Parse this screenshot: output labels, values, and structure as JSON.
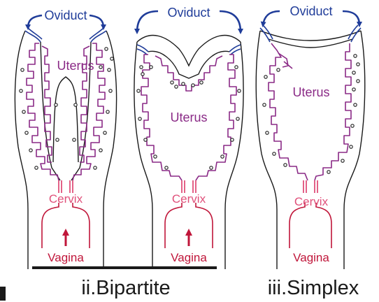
{
  "colors": {
    "oviduct": "#1f3c99",
    "uterus": "#8a2a86",
    "cervix": "#e0507a",
    "vagina": "#c0163a",
    "outline": "#1a1a1a"
  },
  "panels": [
    {
      "id": "duplex",
      "labels": {
        "oviduct": "Oviduct",
        "uterus": "Uterus",
        "cervix": "Cervix",
        "vagina": "Vagina"
      },
      "type_label": ""
    },
    {
      "id": "bipartite",
      "labels": {
        "oviduct": "Oviduct",
        "uterus": "Uterus",
        "cervix": "Cervix",
        "vagina": "Vagina"
      },
      "type_label": "ii.Bipartite"
    },
    {
      "id": "simplex",
      "labels": {
        "oviduct": "Oviduct",
        "uterus": "Uterus",
        "cervix": "Cervix",
        "vagina": "Vagina"
      },
      "type_label": "iii.Simplex"
    }
  ]
}
